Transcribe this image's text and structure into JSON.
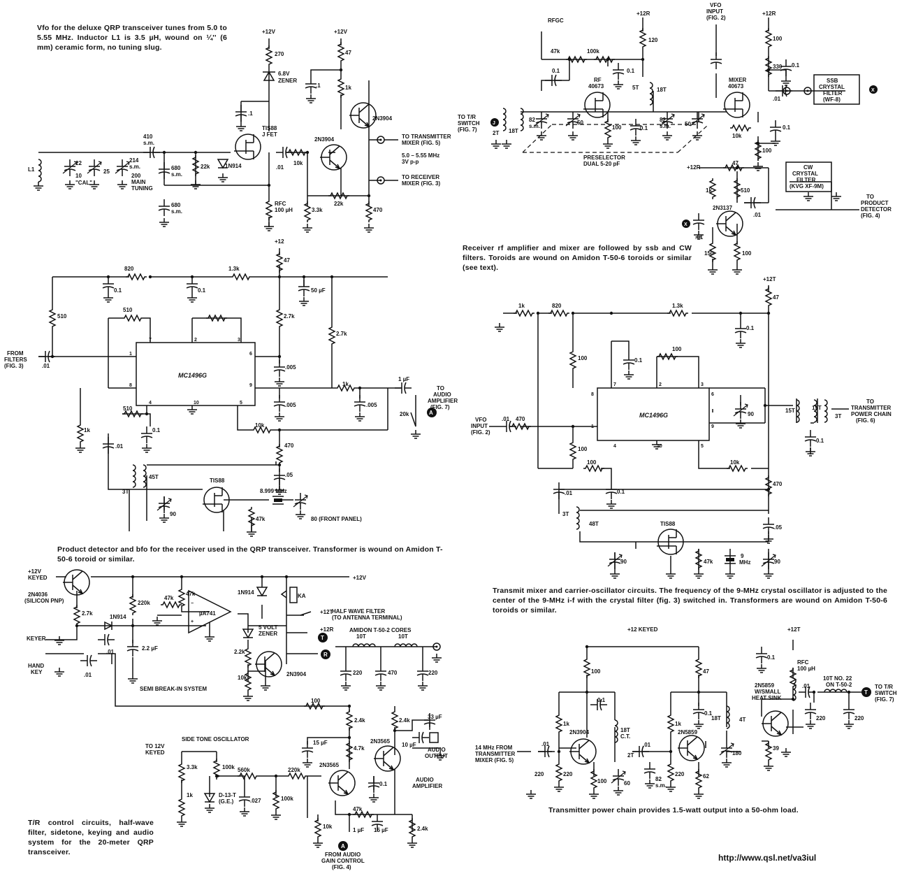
{
  "captions": {
    "vfo": "Vfo for the deluxe QRP transceiver tunes from 5.0 to 5.55 MHz. Inductor L1 is 3.5 µH, wound on ¼'' (6 mm) ceramic form, no tuning slug.",
    "receiver_rf": "Receiver rf amplifier and mixer are followed by ssb and CW filters. Toroids are wound on Amidon T-50-6 toroids or similar (see text).",
    "product_detector": "Product detector and bfo for the receiver used in the QRP transceiver. Transformer is wound on Amidon T-50-6 toroid or similar.",
    "transmit_mixer": "Transmit mixer and carrier-oscillator circuits. The frequency of the 9-MHz crystal oscillator is adjusted to the center of the 9-MHz i-f with the crystal filter (fig. 3) switched in. Transformers are wound on Amidon T-50-6 toroids or similar.",
    "tr_control": "T/R control circuits, half-wave filter, sidetone, keying and audio system for the 20-meter QRP transceiver.",
    "power_chain": "Transmitter power chain provides 1.5-watt output into a 50-ohm load."
  },
  "url": "http://www.qsl.net/va3iul",
  "vfo": {
    "supply1": "+12V",
    "supply2": "+12V",
    "r270": "270",
    "zener": "6.8V",
    "zener2": "ZENER",
    "c01": ".1",
    "c01b": ".1",
    "jfet": "TIS88",
    "jfet2": "J FET",
    "c410": "410",
    "c410b": "s.m.",
    "l1": "L1",
    "c22": "22",
    "c10": "10",
    "cal": "\"CAL\"",
    "c25": "25",
    "c214": "214",
    "c214b": "s.m.",
    "c200": "200",
    "c200b": "MAIN",
    "c200c": "TUNING",
    "c680": "680",
    "c680b": "s.m.",
    "r22k": "22k",
    "d1n914": "1N914",
    "c01c": ".01",
    "c680c": "680",
    "c680d": "s.m.",
    "rfc": "RFC",
    "rfc2": "100 µH",
    "r47": "47",
    "r1k": "1k",
    "q1": "2N3904",
    "q2": "2N3904",
    "r10k": "10k",
    "r22k2": "22k",
    "r33k": "3.3k",
    "r470": "470",
    "out1": "TO TRANSMITTER",
    "out1b": "MIXER (FIG. 5)",
    "freq": "5.0 – 5.55 MHz",
    "freq2": "3V p-p",
    "out2": "TO RECEIVER",
    "out2b": "MIXER (FIG. 3)"
  },
  "rf": {
    "rfgc": "RFGC",
    "p12r": "+12R",
    "r120": "120",
    "vfo1": "VFO",
    "vfo2": "INPUT",
    "vfo3": "(FIG. 2)",
    "p12r2": "+12R",
    "r100a": "100",
    "r47k": "47k",
    "r100k": "100k",
    "c01": "0.1",
    "c01b": "0.1",
    "rfq": "RF",
    "rfq2": "40673",
    "c01c": "0.1",
    "t5": "5T",
    "t18": "18T",
    "mixer": "MIXER",
    "mixer2": "40673",
    "r330": "330",
    "c01d": "0.1",
    "c01e": ".01",
    "ssb1": "SSB",
    "ssb2": "CRYSTAL",
    "ssb3": "FILTER",
    "ssb4": "(WF-8)",
    "tr1": "TO T/R",
    "tr2": "SWITCH",
    "tr3": "(FIG. 7)",
    "t2": "2T",
    "t18b": "18T",
    "c82": "82",
    "c82b": "s.m.",
    "c50": "50",
    "r100b": "100",
    "c01f": "0.1",
    "c82c": "82",
    "c82d": "s.m.",
    "c50b": "50",
    "r10k": "10k",
    "c01g": "0.1",
    "r100c": "100",
    "presel": "PRESELECTOR",
    "presel2": "DUAL 5-20 pF",
    "p12r3": "+12R",
    "r47": "47",
    "cw1": "CW",
    "cw2": "CRYSTAL",
    "cw3": "FILTER",
    "cw4": "(KVG XF-9M)",
    "r1k": "1k",
    "r510": "510",
    "q": "2N3137",
    "c01h": ".01",
    "c01i": ".01",
    "pd1": "TO",
    "pd2": "PRODUCT",
    "pd3": "DETECTOR",
    "pd4": "(FIG. 4)",
    "r150": "150",
    "r100d": "100"
  },
  "pd": {
    "p12": "+12",
    "r47": "47",
    "r820": "820",
    "r13k": "1.3k",
    "c01a": "0.1",
    "c01b": "0.1",
    "c50": "50 µF",
    "r510a": "510",
    "r510b": "510",
    "r27k": "2.7k",
    "r27kb": "2.7k",
    "from1": "FROM",
    "from2": "FILTERS",
    "from3": "(FIG. 3)",
    "c01c": ".01",
    "ic": "MC1496G",
    "c005a": ".005",
    "r1k": "1k",
    "c1uf": "1 µF",
    "to1": "TO",
    "to2": "AUDIO",
    "to3": "AMPLIFIER",
    "to4": "(FIG. 7)",
    "r20k": "20k",
    "c005b": ".005",
    "c005c": ".005",
    "r510c": "510",
    "c01d": "0.1",
    "r1kb": "1k",
    "r10k": "10k",
    "c01e": ".01",
    "r470": "470",
    "c05": ".05",
    "t45": "45T",
    "t3": "3T",
    "jfet": "TIS88",
    "c90": "90",
    "r47k": "47k",
    "xtal": "8.999 MHz",
    "c80": "80 (FRONT PANEL)",
    "p1": "1",
    "p2": "2",
    "p3": "3",
    "p4": "4",
    "p5": "5",
    "p6": "6",
    "p7": "7",
    "p8": "8",
    "p9": "9",
    "p10": "10"
  },
  "tm": {
    "p12t": "+12T",
    "r47": "47",
    "r1k": "1k",
    "r820": "820",
    "r13k": "1.3k",
    "c01a": "0.1",
    "r100a": "100",
    "c01b": "0.1",
    "ic": "MC1496G",
    "c90": "90",
    "t15": "15T",
    "t15b": "15T",
    "t3": "3T",
    "to1": "TO",
    "to2": "TRANSMITTER",
    "to3": "POWER CHAIN",
    "to4": "(FIG. 6)",
    "vfo1": "VFO",
    "vfo2": "INPUT",
    "vfo3": "(FIG. 2)",
    "c01c": ".01",
    "r470": "470",
    "r100b": "100",
    "r100c": "100",
    "c01d": "0.1",
    "r10k": "10k",
    "c01e": "0.1",
    "r470b": "470",
    "c01f": ".01",
    "t3b": "3T",
    "t48": "48T",
    "c05": ".05",
    "jfet": "TIS88",
    "c90b": "90",
    "r47k": "47k",
    "xtal": "9",
    "xtal2": "MHz",
    "c90c": "90",
    "p1": "1",
    "p2": "2",
    "p3": "3",
    "p4": "4",
    "p5": "5",
    "p6": "6",
    "p7": "7",
    "p8": "8",
    "p9": "9",
    "p10": "10"
  },
  "trc": {
    "k1": "+12V",
    "k2": "KEYED",
    "pnp": "2N4036",
    "pnp2": "(SILICON PNP)",
    "r27k": "2.7k",
    "p12v": "+12V",
    "r220k": "220k",
    "r47k": "47k",
    "r47kb": "47k",
    "op": "µA741",
    "d1": "1N914",
    "d2": "1N914",
    "zener": "5 VOLT",
    "zener2": "ZENER",
    "ka": "KA",
    "p12t": "+12T",
    "p12r": "+12R",
    "keyer": "KEYER",
    "hand": "HAND",
    "hand2": "KEY",
    "c01a": ".01",
    "c01b": ".01",
    "c22": "2.2 µF",
    "r22k": "2.2k",
    "r10k": "10k",
    "q": "2N3904",
    "semi": "SEMI BREAK-IN SYSTEM",
    "hwf": "HALF WAVE FILTER",
    "hwf2": "(TO ANTENNA TERMINAL)",
    "amidon": "AMIDON  T-50-2 CORES",
    "t10a": "10T",
    "t10b": "10T",
    "c220a": "220",
    "c470": "470",
    "c220b": "220",
    "r100": "100",
    "r24k": "2.4k",
    "r24kb": "2.4k",
    "c33": "33 µF",
    "sto": "SIDE TONE OSCILLATOR",
    "to12": "TO 12V",
    "to12b": "KEYED",
    "c15": "15 µF",
    "r47kc": "4.7k",
    "q1": "2N3565",
    "q2": "2N3565",
    "c10": "10 µF",
    "ao1": "AUDIO",
    "ao2": "OUTPUT",
    "r33k": "3.3k",
    "r100k": "100k",
    "r560k": "560k",
    "r220kb": "220k",
    "r1k": "1k",
    "d13": "D-13-T",
    "d13b": "(G.E.)",
    "c027": ".027",
    "r100kb": "100k",
    "c01c": "0.1",
    "aa1": "AUDIO",
    "aa2": "AMPLIFIER",
    "r10kb": "10k",
    "r47kd": "47k",
    "c1": "1 µF",
    "c15b": "15 µF",
    "r24kc": "2.4k",
    "from1": "FROM AUDIO",
    "from2": "GAIN CONTROL",
    "from3": "(FIG. 4)"
  },
  "pc": {
    "k1": "+12 KEYED",
    "p12t": "+12T",
    "c01a": "0.1",
    "rfc": "RFC",
    "rfc2": "100 µH",
    "r100": "100",
    "r47": "47",
    "r1k": "1k",
    "r1kb": "1k",
    "c01b": "0.1",
    "c01c": "0.1",
    "q1": "2N3904",
    "q2": "2N5859",
    "q3": "2N5859",
    "q3b": "W/SMALL",
    "q3c": "HEAT SINK",
    "t18": "18T",
    "t18b": "C.T.",
    "t18c": "18T",
    "t4": "4T",
    "t2": "2T",
    "c01d": ".01",
    "c01e": ".01",
    "in1": "14 MHz FROM",
    "in2": "TRANSMITTER",
    "in3": "MIXER (FIG. 5)",
    "c01f": ".01",
    "r220a": "220",
    "r220b": "220",
    "r100b": "100",
    "c60": "60",
    "c82": "82",
    "c82b": "s.m.",
    "r220c": "220",
    "r62": "62",
    "c180": "180",
    "r39": "39",
    "coil": "10T NO. 22",
    "coil2": "ON T-50-2",
    "c220a": "220",
    "c220b": "220",
    "out1": "TO T/R",
    "out2": "SWITCH",
    "out3": "(FIG. 7)"
  }
}
